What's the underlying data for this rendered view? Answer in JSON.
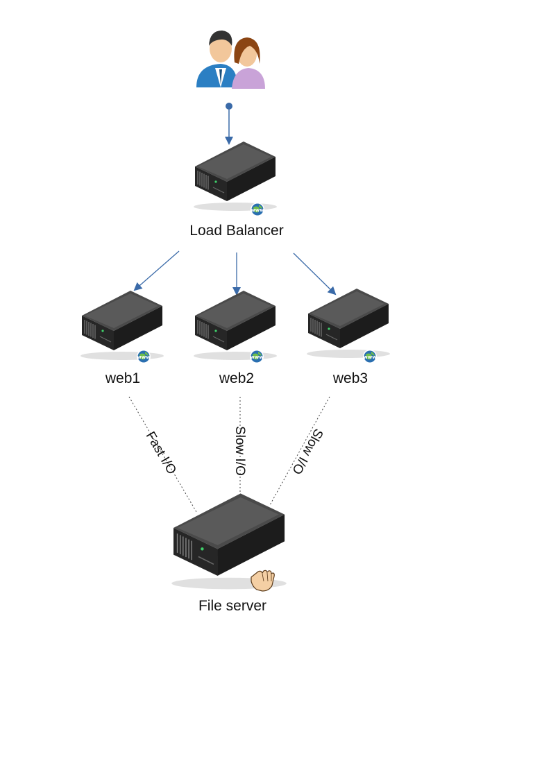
{
  "colors": {
    "arrow": "#3a6aa8",
    "dotted_link": "#444444",
    "server_body": "#3a3a3a",
    "globe": "#2a6fb0"
  },
  "nodes": {
    "users": {
      "icon": "users-icon"
    },
    "load_balancer": {
      "label": "Load Balancer",
      "icon": "web-server-icon"
    },
    "web1": {
      "label": "web1",
      "icon": "web-server-icon"
    },
    "web2": {
      "label": "web2",
      "icon": "web-server-icon"
    },
    "web3": {
      "label": "web3",
      "icon": "web-server-icon"
    },
    "file_server": {
      "label": "File server",
      "icon": "file-server-icon"
    }
  },
  "links": {
    "web1_file": {
      "label": "Fast I/O"
    },
    "web2_file": {
      "label": "Slow I/O"
    },
    "web3_file": {
      "label": "Slow I/O"
    }
  }
}
